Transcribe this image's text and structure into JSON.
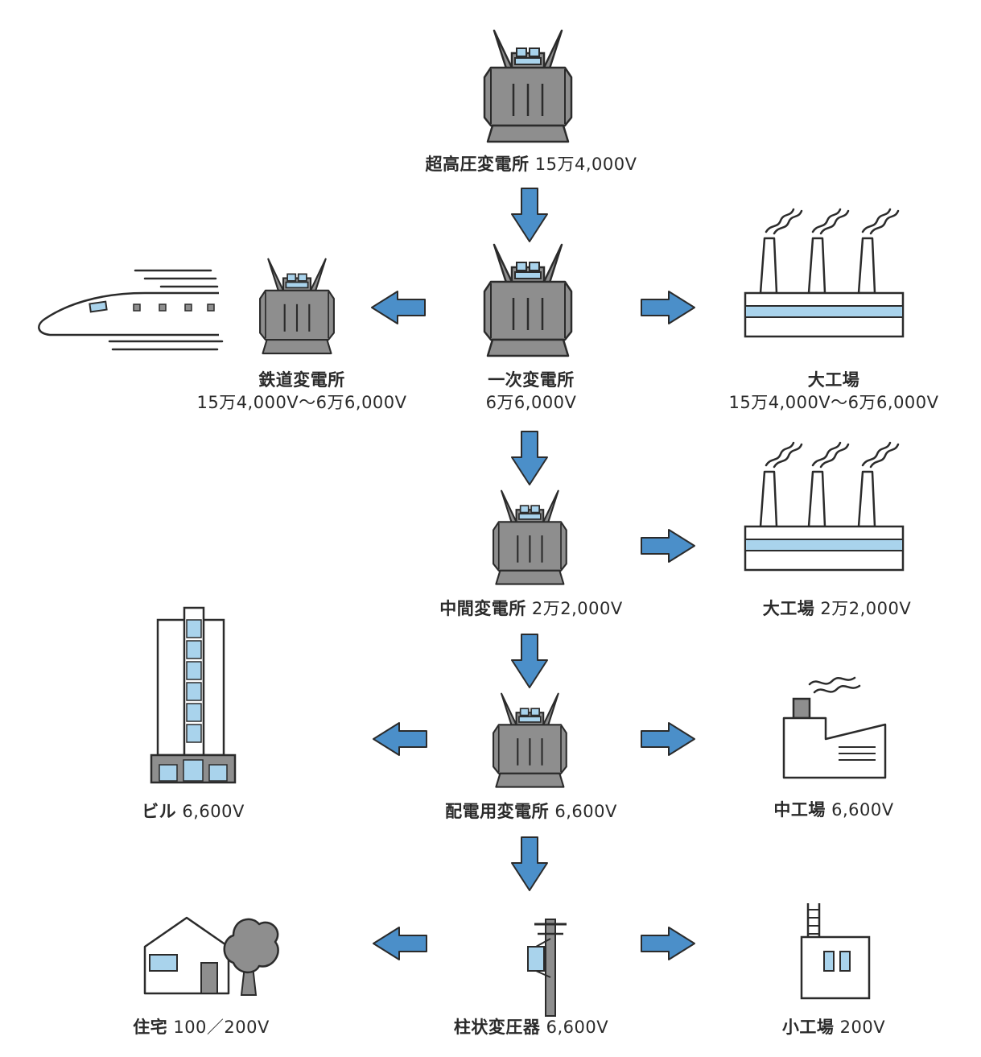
{
  "colors": {
    "stroke": "#2b2b2b",
    "transformer_gray": "#8e8e8e",
    "accent_blue": "#a9d3ec",
    "arrow_blue": "#4b8fc9"
  },
  "nodes": {
    "ultra_high": {
      "name": "超高圧変電所",
      "voltage": "15万4,000V"
    },
    "primary": {
      "name": "一次変電所",
      "voltage": "6万6,000V"
    },
    "railway": {
      "name": "鉄道変電所",
      "voltage": "15万4,000V〜6万6,000V"
    },
    "large_factory_1": {
      "name": "大工場",
      "voltage": "15万4,000V〜6万6,000V"
    },
    "intermediate": {
      "name": "中間変電所",
      "voltage": "2万2,000V"
    },
    "large_factory_2": {
      "name": "大工場",
      "voltage": "2万2,000V"
    },
    "distribution": {
      "name": "配電用変電所",
      "voltage": "6,600V"
    },
    "building": {
      "name": "ビル",
      "voltage": "6,600V"
    },
    "medium_factory": {
      "name": "中工場",
      "voltage": "6,600V"
    },
    "pole_transformer": {
      "name": "柱状変圧器",
      "voltage": "6,600V"
    },
    "house": {
      "name": "住宅",
      "voltage": "100／200V"
    },
    "small_factory": {
      "name": "小工場",
      "voltage": "200V"
    }
  },
  "icons": [
    "transformer-icon",
    "train-icon",
    "factory-icon",
    "building-icon",
    "house-icon",
    "tree-icon",
    "utility-pole-icon",
    "small-factory-icon",
    "arrow-icon"
  ]
}
